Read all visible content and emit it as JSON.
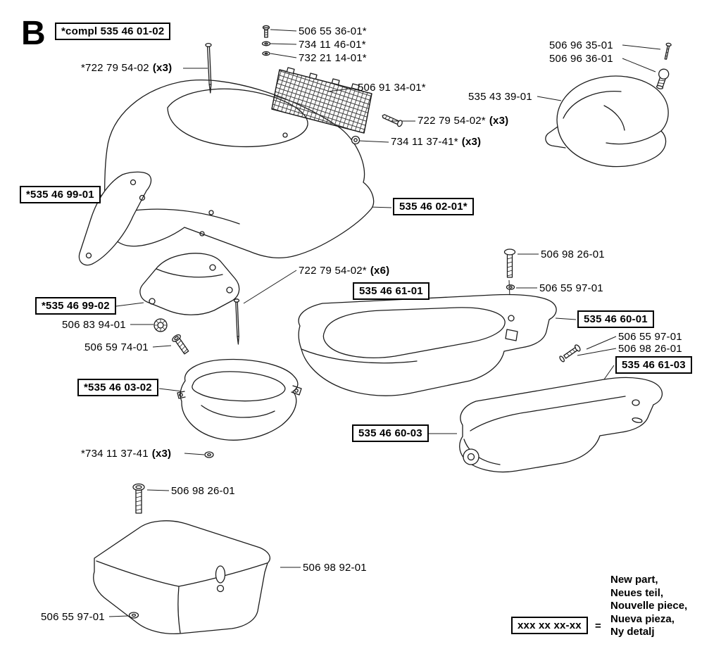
{
  "section": {
    "letter": "B"
  },
  "labels": {
    "compl": {
      "text": "*compl 535 46 01-02"
    },
    "l722_top": {
      "text": "*722 79 54-02",
      "qty": "(x3)"
    },
    "l506_55_36": {
      "text": "506 55 36-01*"
    },
    "l734_11_46": {
      "text": "734 11 46-01*"
    },
    "l732_21_14": {
      "text": "732 21 14-01*"
    },
    "l506_91_34": {
      "text": "506 91 34-01*"
    },
    "l722_mid": {
      "text": "722 79 54-02*",
      "qty": "(x3)"
    },
    "l734_mid": {
      "text": "734 11 37-41*",
      "qty": "(x3)"
    },
    "l506_96_35": {
      "text": "506 96 35-01"
    },
    "l506_96_36": {
      "text": "506 96 36-01"
    },
    "l535_43_39": {
      "text": "535 43 39-01"
    },
    "b535_46_99_01": {
      "text": "*535 46 99-01"
    },
    "b535_46_02_01": {
      "text": "535 46 02-01*"
    },
    "l722_x6": {
      "text": "722 79 54-02*",
      "qty": "(x6)"
    },
    "b535_46_61_01": {
      "text": "535 46 61-01"
    },
    "l506_98_26_a": {
      "text": "506 98 26-01"
    },
    "l506_55_97_a": {
      "text": "506 55 97-01"
    },
    "b535_46_60_01": {
      "text": "535 46 60-01"
    },
    "b535_46_99_02": {
      "text": "*535 46 99-02"
    },
    "l506_83_94": {
      "text": "506 83 94-01"
    },
    "l506_59_74": {
      "text": "506 59 74-01"
    },
    "l506_55_97_b": {
      "text": "506 55 97-01"
    },
    "l506_98_26_b": {
      "text": "506 98 26-01"
    },
    "b535_46_61_03": {
      "text": "535 46 61-03"
    },
    "b535_46_03_02": {
      "text": "*535 46 03-02"
    },
    "b535_46_60_03": {
      "text": "535 46 60-03"
    },
    "l734_bot": {
      "text": "*734 11 37-41",
      "qty": "(x3)"
    },
    "l506_98_26_c": {
      "text": "506 98 26-01"
    },
    "l506_98_92": {
      "text": "506 98 92-01"
    },
    "l506_55_97_c": {
      "text": "506 55 97-01"
    }
  },
  "legend": {
    "box": "xxx xx xx-xx",
    "equals": "=",
    "lines": [
      "New part,",
      "Neues teil,",
      "Nouvelle piece,",
      "Nueva pieza,",
      "Ny detalj"
    ]
  }
}
